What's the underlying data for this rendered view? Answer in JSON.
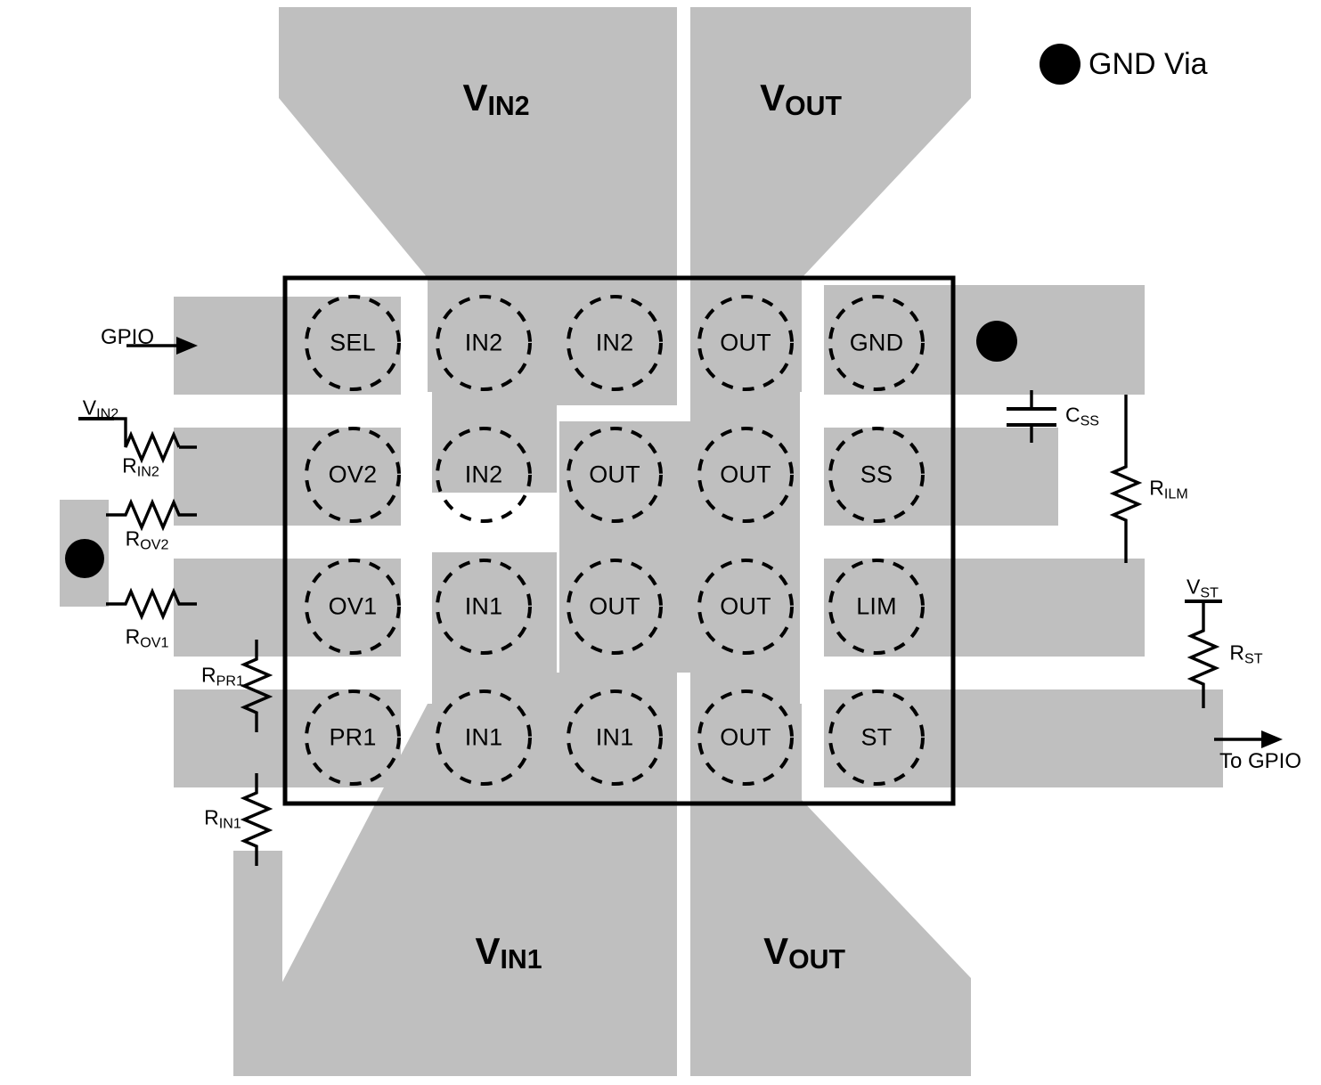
{
  "legend": {
    "via_symbol_name": "gnd-via-dot",
    "text": "GND Via"
  },
  "colors": {
    "copper": "#bfbfbf",
    "via": "#000000",
    "outline": "#000000",
    "background": "#ffffff"
  },
  "copper_pours": {
    "top_left": {
      "label_main": "V",
      "label_sub": "IN2"
    },
    "top_right": {
      "label_main": "V",
      "label_sub": "OUT"
    },
    "bottom_left": {
      "label_main": "V",
      "label_sub": "IN1"
    },
    "bottom_right": {
      "label_main": "V",
      "label_sub": "OUT"
    }
  },
  "pad_grid": {
    "columns": 5,
    "rows": 4,
    "pads": [
      {
        "name": "SEL",
        "row": 1,
        "col": 1
      },
      {
        "name": "IN2",
        "row": 1,
        "col": 2
      },
      {
        "name": "IN2",
        "row": 1,
        "col": 3
      },
      {
        "name": "OUT",
        "row": 1,
        "col": 4
      },
      {
        "name": "GND",
        "row": 1,
        "col": 5
      },
      {
        "name": "OV2",
        "row": 2,
        "col": 1
      },
      {
        "name": "IN2",
        "row": 2,
        "col": 2
      },
      {
        "name": "OUT",
        "row": 2,
        "col": 3
      },
      {
        "name": "OUT",
        "row": 2,
        "col": 4
      },
      {
        "name": "SS",
        "row": 2,
        "col": 5
      },
      {
        "name": "OV1",
        "row": 3,
        "col": 1
      },
      {
        "name": "IN1",
        "row": 3,
        "col": 2
      },
      {
        "name": "OUT",
        "row": 3,
        "col": 3
      },
      {
        "name": "OUT",
        "row": 3,
        "col": 4
      },
      {
        "name": "LIM",
        "row": 3,
        "col": 5
      },
      {
        "name": "PR1",
        "row": 4,
        "col": 1
      },
      {
        "name": "IN1",
        "row": 4,
        "col": 2
      },
      {
        "name": "IN1",
        "row": 4,
        "col": 3
      },
      {
        "name": "OUT",
        "row": 4,
        "col": 4
      },
      {
        "name": "ST",
        "row": 4,
        "col": 5
      }
    ]
  },
  "annotations": {
    "gpio_in": "GPIO",
    "to_gpio": "To GPIO",
    "v_in2_main": "V",
    "v_in2_sub": "IN2",
    "v_st_main": "V",
    "v_st_sub": "ST"
  },
  "components": [
    {
      "id": "r_in2",
      "main": "R",
      "sub": "IN2",
      "type": "resistor",
      "orientation": "horizontal"
    },
    {
      "id": "r_ov2",
      "main": "R",
      "sub": "OV2",
      "type": "resistor",
      "orientation": "horizontal"
    },
    {
      "id": "r_ov1",
      "main": "R",
      "sub": "OV1",
      "type": "resistor",
      "orientation": "horizontal"
    },
    {
      "id": "r_pr1",
      "main": "R",
      "sub": "PR1",
      "type": "resistor",
      "orientation": "vertical"
    },
    {
      "id": "r_in1",
      "main": "R",
      "sub": "IN1",
      "type": "resistor",
      "orientation": "vertical"
    },
    {
      "id": "c_ss",
      "main": "C",
      "sub": "SS",
      "type": "capacitor",
      "orientation": "vertical"
    },
    {
      "id": "r_ilm",
      "main": "R",
      "sub": "ILM",
      "type": "resistor",
      "orientation": "vertical"
    },
    {
      "id": "r_st",
      "main": "R",
      "sub": "ST",
      "type": "resistor",
      "orientation": "vertical"
    }
  ],
  "vias": [
    {
      "id": "via-legend"
    },
    {
      "id": "via-left-gnd"
    },
    {
      "id": "via-right-gnd"
    }
  ]
}
